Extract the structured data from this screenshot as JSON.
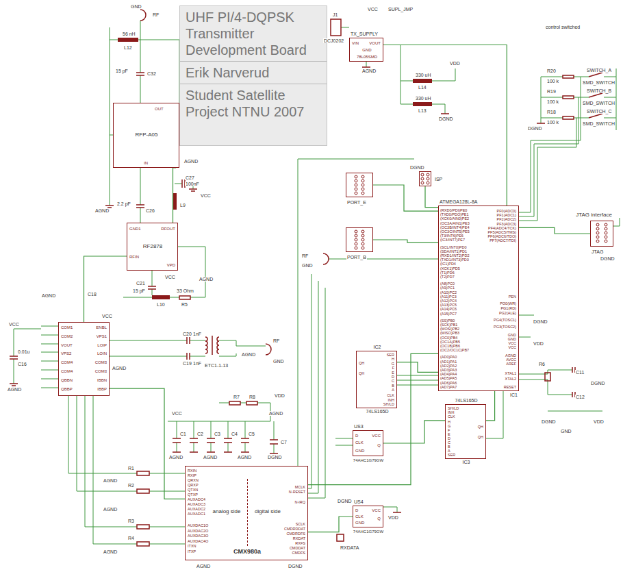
{
  "diagram": {
    "nodes": [
      {
        "text": [
          "UHF PI/4-DQPSK Transmitter Development Board",
          "Erik Narverud",
          "Student Satellite Project NTNU 2007"
        ]
      },
      {
        "text": [
          "RFP-A05",
          "OUT",
          "IN"
        ]
      },
      {
        "text": [
          "RF2878",
          "RFIN",
          "RFOUT",
          "GND1",
          "VPD"
        ]
      },
      {
        "text": [
          "COM1",
          "COM2",
          "VOUT",
          "VPS2",
          "COM4",
          "COM4",
          "QBBN",
          "QBBP",
          "ENBL",
          "VPS1",
          "LOIP",
          "LOIN",
          "COM3",
          "COM3",
          "IBBN",
          "IBBP"
        ]
      },
      {
        "text": [
          "TX_SUPPLY",
          "VIN",
          "VOUT",
          "GND",
          "78L05SMD"
        ]
      },
      {
        "text": [
          "PORT_E"
        ]
      },
      {
        "text": [
          "PORT_B"
        ]
      },
      {
        "text": [
          "ISP"
        ]
      },
      {
        "text": [
          "ATMEGA128L-8A",
          "IC1",
          "(RXD0/PDI)PE0",
          "(TXD0/PDO)PE1",
          "(XCK0/AIN0)PE2",
          "(OC3A/AIN1)PE3",
          "(OC3B/INT4)PE4",
          "(OC3C/INT5)PE5",
          "(T3/INT6)PE6",
          "(IC3/INT7)PE7",
          "(SCL/INT0)PD0",
          "(SDA/INT1)PD1",
          "(RXD1/INT2)PD2",
          "(TXD1/INT3)PD3",
          "(IC1)PD4",
          "(XCK1)PD5",
          "(T1)PD6",
          "(T2)PD7",
          "(A8)PC0",
          "(A9)PC1",
          "(A10)PC2",
          "(A11)PC3",
          "(A12)PC4",
          "(A13)PC5",
          "(A14)PC6",
          "(A15)PC7",
          "(SS)PB0",
          "(SCK)PB1",
          "(MOSI)PB2",
          "(MISO)PB3",
          "(OC0)PB4",
          "(OC1A)PB5",
          "(OC1B)PB6",
          "(OC2/OC1C)PB7",
          "(AD0)PA0",
          "(AD1)PA1",
          "(AD2)PA2",
          "(AD3)PA3",
          "(AD4)PA4",
          "(AD5)PA5",
          "(AD6)PA6",
          "(AD7)PA7",
          "PF0(ADC0)",
          "PF1(ADC1)",
          "PF2(ADC2)",
          "PF3(ADC3)",
          "PF4(ADC4/TCK)",
          "PF5(ADC5/TMS)",
          "PF6(ADC6/TDO)",
          "PF7(ADC7/TDI)",
          "PEN",
          "PG0(WR)",
          "PG1(RD)",
          "PG2(ALE)",
          "PG4(TOSC1)",
          "PG3(TOSC2)",
          "GND",
          "GND",
          "VCC",
          "VCC",
          "AGND",
          "AVCC",
          "AREF",
          "XTAL1",
          "XTAL2",
          "RESET"
        ]
      },
      {
        "text": [
          "JTAG interface",
          "JTAG"
        ]
      },
      {
        "text": [
          "IC2",
          "SER",
          "H",
          "G",
          "F",
          "E",
          "D",
          "C",
          "B",
          "A",
          "CLK",
          "INH",
          "SH/LD",
          "QH",
          "QH",
          "74LS165D"
        ]
      },
      {
        "text": [
          "74LS165D",
          "SH/LD",
          "INH",
          "CLK",
          "H",
          "G",
          "F",
          "E",
          "D",
          "C",
          "B",
          "A",
          "SER",
          "QH",
          "QH",
          "IC3"
        ]
      },
      {
        "text": [
          "US3",
          "D",
          "CLK",
          "GND",
          "VCC",
          "Q",
          "74AHC1G79GW"
        ]
      },
      {
        "text": [
          "US4",
          "D",
          "CLK",
          "GND",
          "VCC",
          "Q",
          "74AHC1G79GW"
        ]
      },
      {
        "text": [
          "RXIN",
          "RXIP",
          "QRXN",
          "QRXP",
          "QTXN",
          "QTXP",
          "AUXADC4",
          "AUXADC3",
          "AUXADC2",
          "AUXADC1",
          "AUXDAC1O",
          "AUXDAC2O",
          "AUXDAC3O",
          "AUXDAC4O",
          "ITXN",
          "ITXP",
          "MCLK",
          "N-RESET",
          "N-IRQ",
          "SCLK",
          "CMDRDDAT",
          "CMDRDFS",
          "RXDAT",
          "RXFS",
          "CMDDAT",
          "CMDFS",
          "analog side",
          "digital side",
          "CMX980a"
        ]
      }
    ],
    "edges": [
      {
        "from": 1,
        "to": 2,
        "arrow": "none"
      },
      {
        "from": 3,
        "to": 2,
        "arrow": "none"
      },
      {
        "from": 14,
        "to": 3,
        "arrow": "none"
      },
      {
        "from": 8,
        "to": 14,
        "arrow": "none"
      },
      {
        "from": 10,
        "to": 8,
        "arrow": "none"
      },
      {
        "from": 11,
        "to": 8,
        "arrow": "none"
      },
      {
        "from": 12,
        "to": 11,
        "arrow": "none"
      },
      {
        "from": 13,
        "to": 14,
        "arrow": "none"
      },
      {
        "from": 4,
        "to": 8,
        "arrow": "none"
      },
      {
        "from": 5,
        "to": 8,
        "arrow": "none"
      },
      {
        "from": 6,
        "to": 8,
        "arrow": "none"
      },
      {
        "from": 7,
        "to": 8,
        "arrow": "none"
      },
      {
        "from": 9,
        "to": 8,
        "arrow": "none"
      }
    ],
    "labels": [
      "GND",
      "RF",
      "56 nH",
      "L12",
      "15 pF",
      "C32",
      "AGND",
      "C27",
      "100nF",
      "VCC",
      "2.2 pF",
      "C26",
      "L9",
      "AGND",
      "VCC",
      "AGND",
      "C21",
      "15 pF",
      "L10",
      "33 Ohm",
      "R5",
      "AGND",
      "C18",
      "VCC",
      "VCC",
      "0.01u",
      "C16",
      "AGND",
      "AGND",
      "C20",
      "1nF",
      "C19",
      "1nF",
      "ETC1-1-13",
      "AGND",
      "RF",
      "GND",
      "R7",
      "R8",
      "VDD",
      "AGND",
      "VCC",
      "C1",
      "C2",
      "C3",
      "C4",
      "C5",
      "AGND",
      "AGND",
      "AGND",
      "C7",
      "DGND",
      "R1",
      "R2",
      "R3",
      "R4",
      "AGND",
      "AGND",
      "AGND",
      "AGND",
      "DGND",
      "DGND",
      "RXDATA",
      "VDD",
      "J1",
      "DCJ0202",
      "VCC",
      "SUPL_JMP",
      "AGND",
      "330 uH",
      "L14",
      "330 uH",
      "L13",
      "VDD",
      "DGND",
      "control switched",
      "R20",
      "100 k",
      "R19",
      "100 k",
      "R18",
      "100 k",
      "SWITCH_A",
      "SMD_SWITCH",
      "SWITCH_B",
      "SMD_SWITCH",
      "SWITCH_C",
      "SMD_SWITCH",
      "DGND",
      "RF",
      "GND",
      "DGND",
      "DGND",
      "DGND",
      "VDD",
      "R6",
      "C11",
      "C12",
      "DGND",
      "DGND",
      "GND",
      "VDD"
    ]
  }
}
